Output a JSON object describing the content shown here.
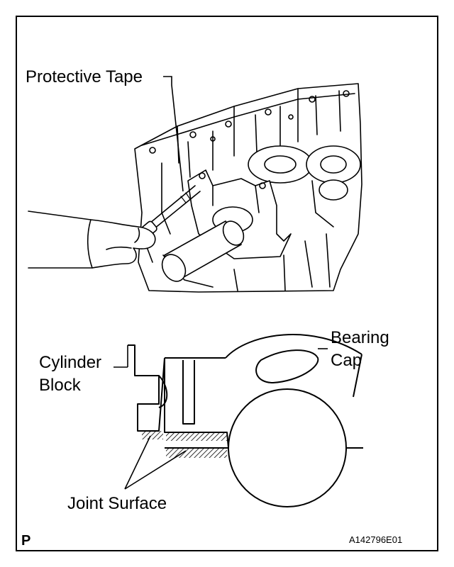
{
  "labels": {
    "protective_tape": "Protective Tape",
    "bearing_cap_line1": "Bearing",
    "bearing_cap_line2": "Cap",
    "cylinder_block_line1": "Cylinder",
    "cylinder_block_line2": "Block",
    "joint_surface": "Joint Surface",
    "corner_letter": "P",
    "figure_id": "A142796E01"
  }
}
